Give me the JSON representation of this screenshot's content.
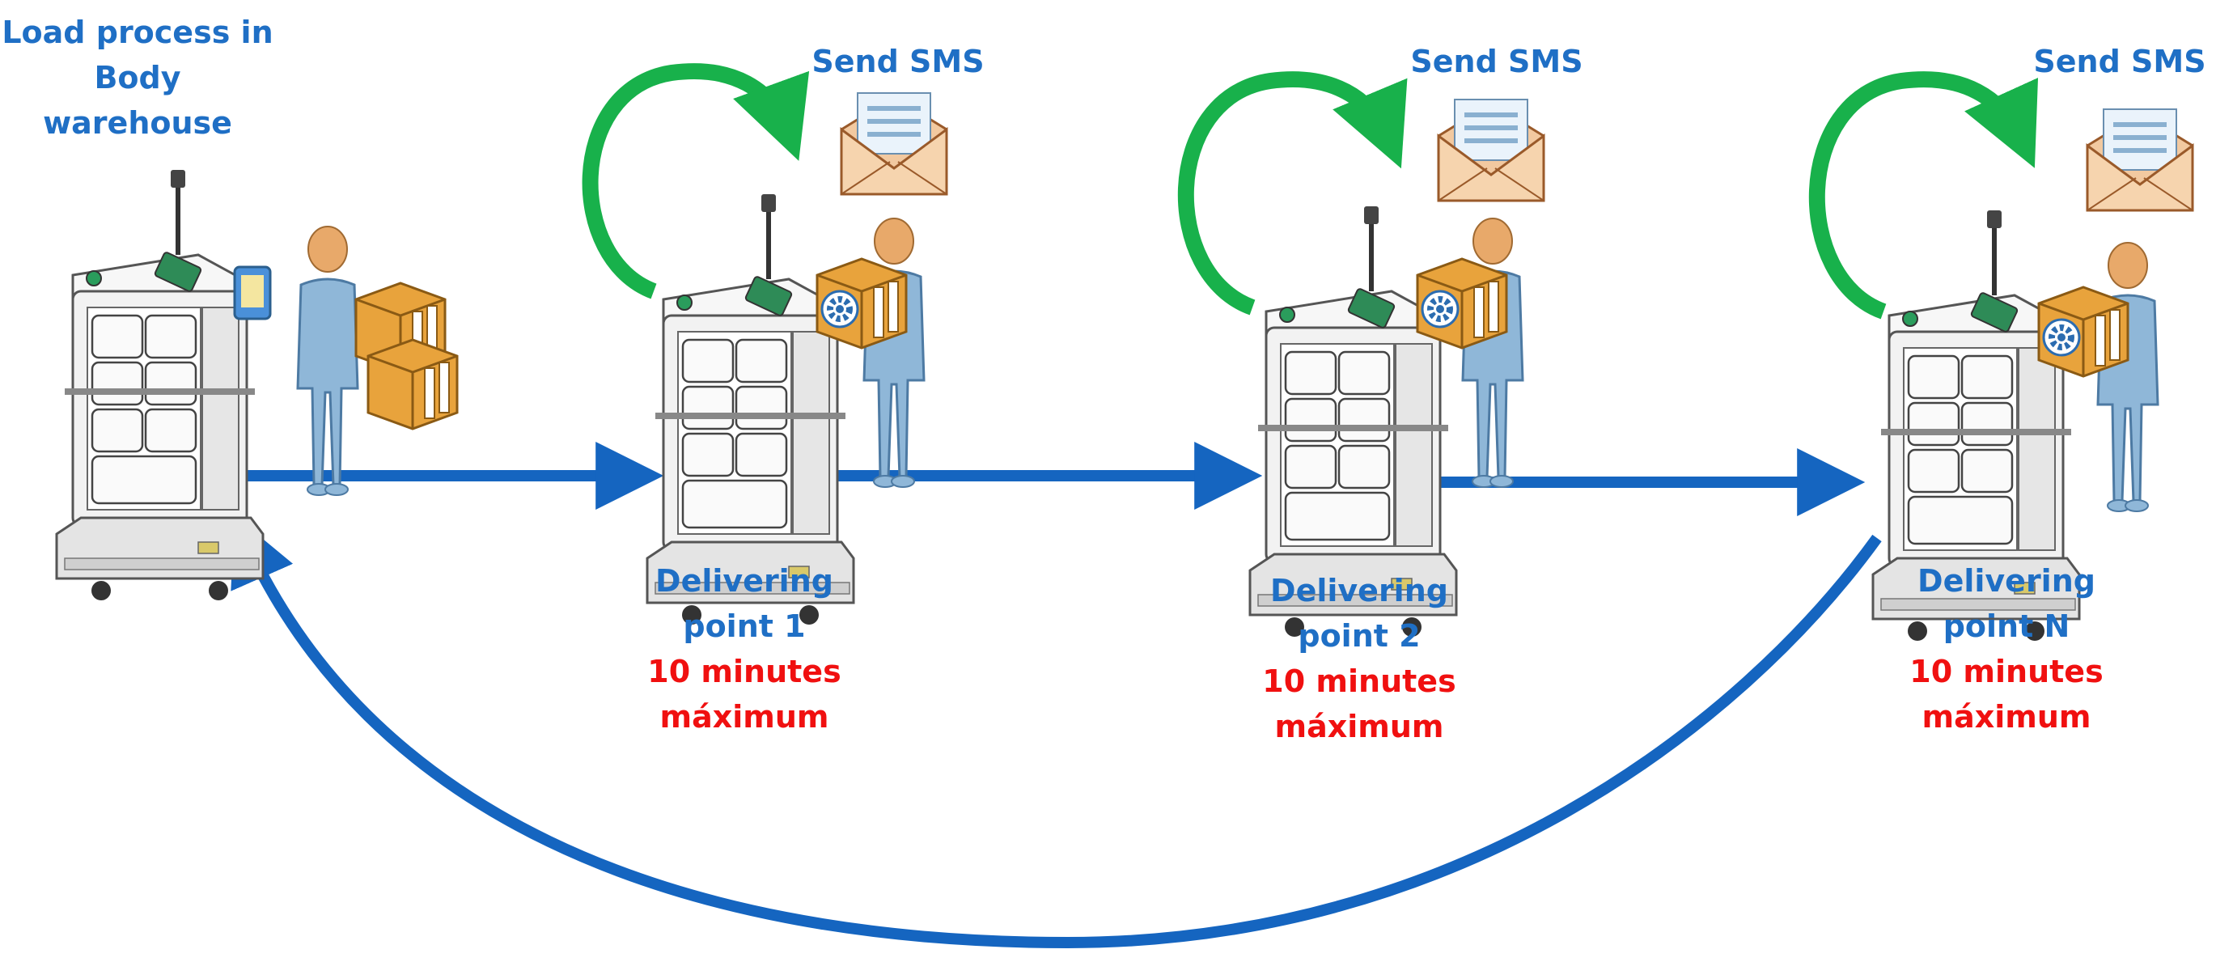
{
  "start": {
    "label_lines": [
      "Load process in",
      "Body",
      "warehouse"
    ]
  },
  "stops": [
    {
      "sms": "Send SMS",
      "label_lines": [
        "Delivering",
        "point 1"
      ],
      "time_lines": [
        "10 minutes",
        "máximum"
      ]
    },
    {
      "sms": "Send SMS",
      "label_lines": [
        "Delivering",
        "point 2"
      ],
      "time_lines": [
        "10 minutes",
        "máximum"
      ]
    },
    {
      "sms": "Send SMS",
      "label_lines": [
        "Delivering",
        "point N"
      ],
      "time_lines": [
        "10 minutes",
        "máximum"
      ]
    }
  ],
  "colors": {
    "flow_arrow": "#1565C0",
    "sms_loop_arrow": "#18B14B",
    "label_text": "#1F6FC5",
    "time_text": "#F01010",
    "person": "#8FB7D8",
    "person_head": "#E8A96A",
    "box": "#E8A33C",
    "envelope": "#F2C9A0",
    "robot": "#EEEEEE"
  },
  "icons": [
    "delivery-robot-icon",
    "person-icon",
    "package-icon",
    "scanner-icon",
    "envelope-icon",
    "loop-arrow-icon"
  ]
}
